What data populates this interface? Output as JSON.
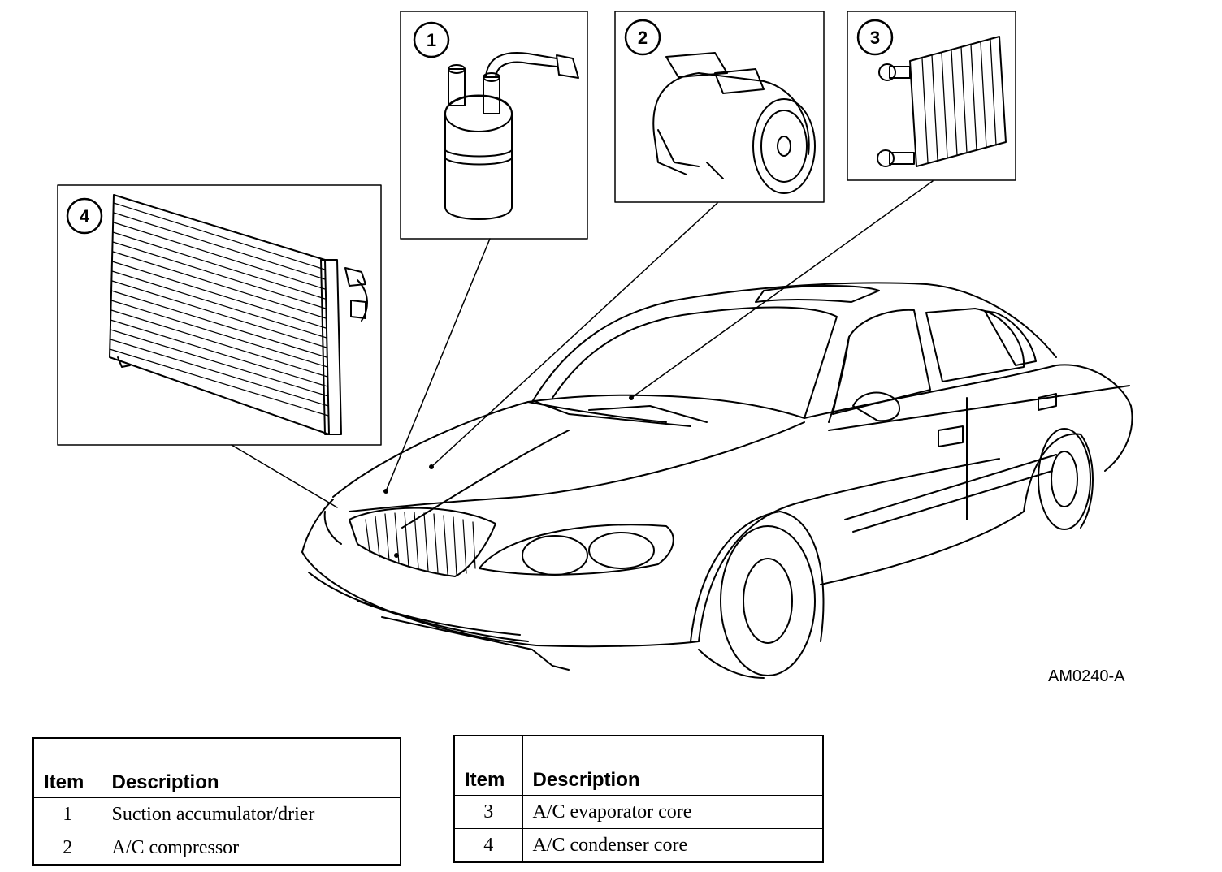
{
  "figure_id": "AM0240-A",
  "callouts": [
    "1",
    "2",
    "3",
    "4"
  ],
  "legend_left": {
    "headers": {
      "item": "Item",
      "description": "Description"
    },
    "rows": [
      {
        "item": "1",
        "description": "Suction accumulator/drier"
      },
      {
        "item": "2",
        "description": "A/C compressor"
      }
    ]
  },
  "legend_right": {
    "headers": {
      "item": "Item",
      "description": "Description"
    },
    "rows": [
      {
        "item": "3",
        "description": "A/C evaporator core"
      },
      {
        "item": "4",
        "description": "A/C condenser core"
      }
    ]
  },
  "colors": {
    "ink": "#000000",
    "paper": "#ffffff"
  }
}
